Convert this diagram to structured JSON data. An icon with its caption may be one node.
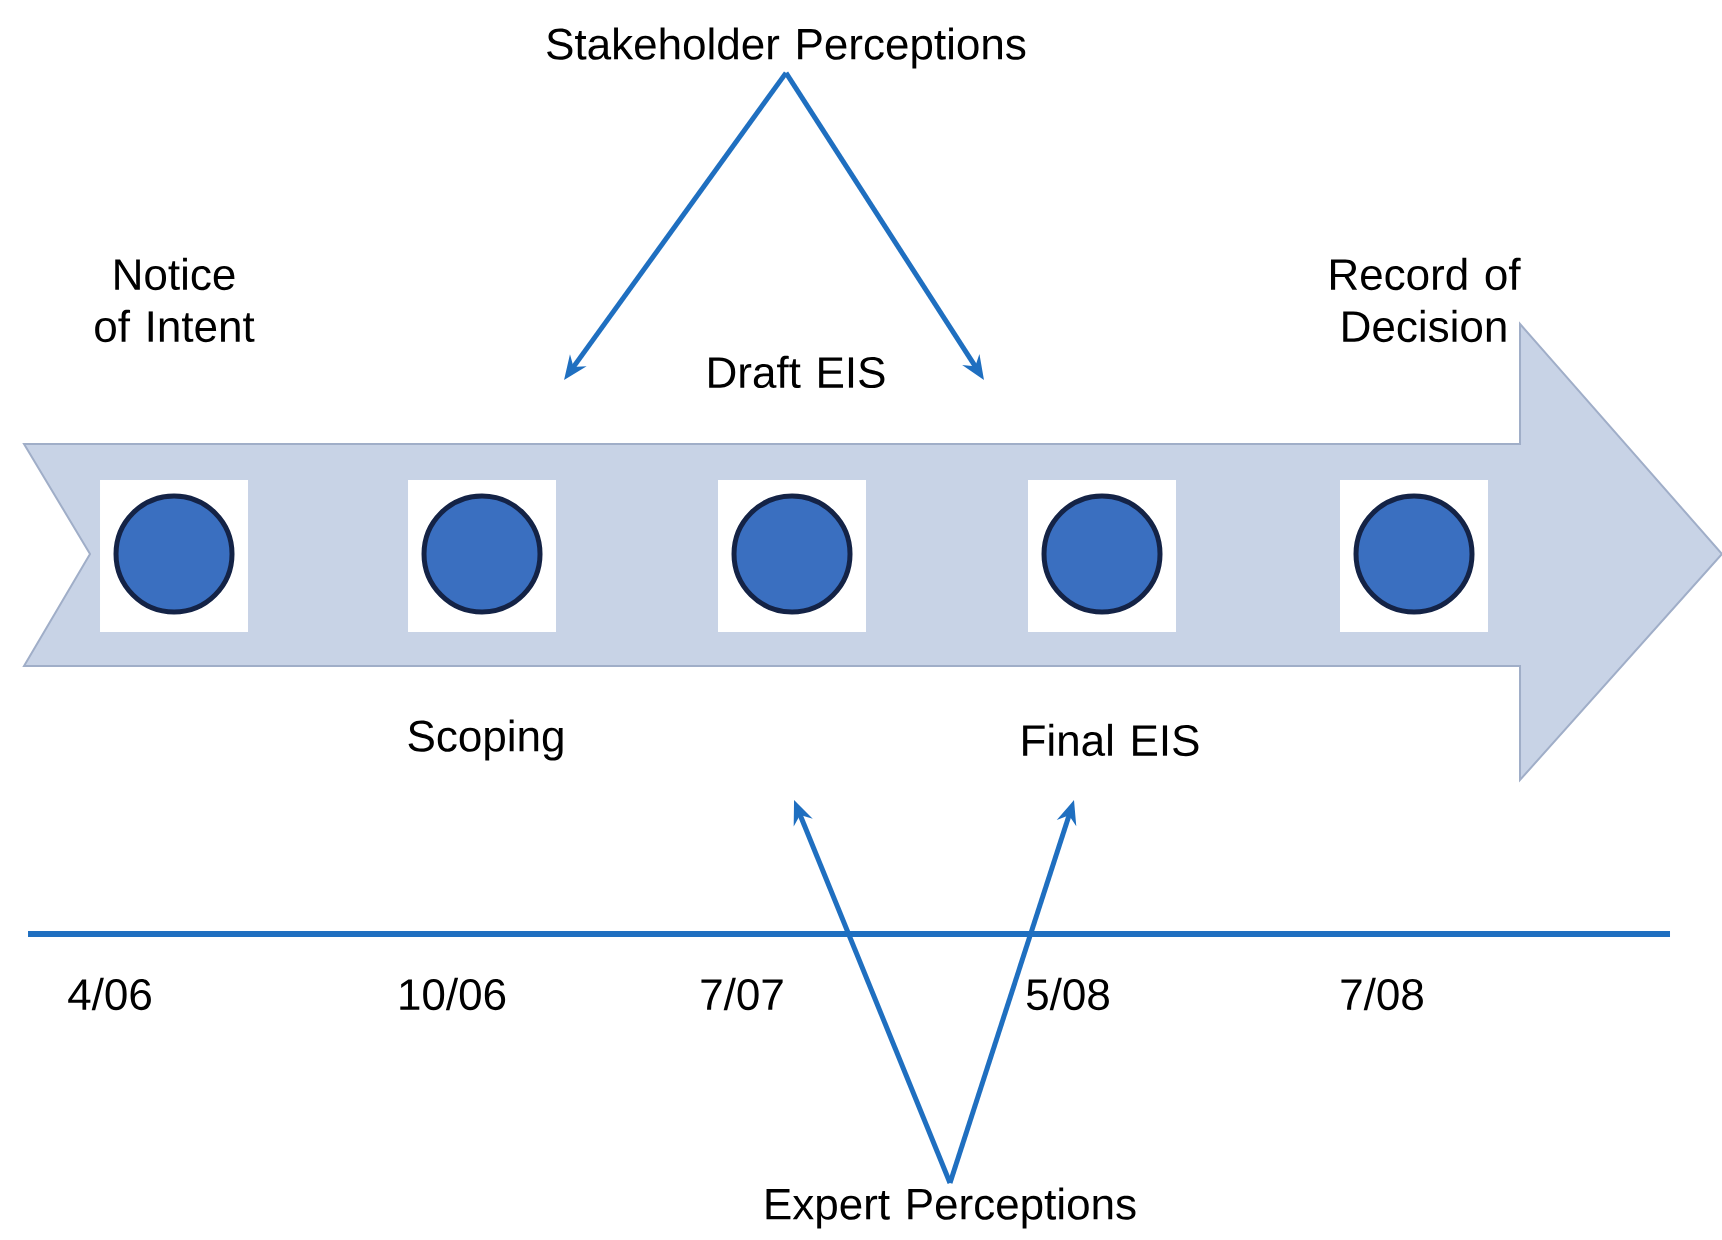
{
  "diagram": {
    "nodes": [
      {
        "text": [
          "Stakeholder Perceptions"
        ]
      },
      {
        "text": [
          "Notice of Intent"
        ]
      },
      {
        "text": [
          "Scoping"
        ]
      },
      {
        "text": [
          "Draft EIS"
        ]
      },
      {
        "text": [
          "Final EIS"
        ]
      },
      {
        "text": [
          "Record of Decision"
        ]
      },
      {
        "text": [
          "Expert Perceptions"
        ]
      }
    ],
    "edges": [
      {
        "from": 0,
        "to": null,
        "arrow": "to"
      },
      {
        "from": 0,
        "to": null,
        "arrow": "to"
      },
      {
        "from": 6,
        "to": null,
        "arrow": "to"
      },
      {
        "from": 6,
        "to": null,
        "arrow": "to"
      }
    ],
    "labels": [
      "4/06",
      "10/06",
      "7/07",
      "5/08",
      "7/08"
    ]
  }
}
